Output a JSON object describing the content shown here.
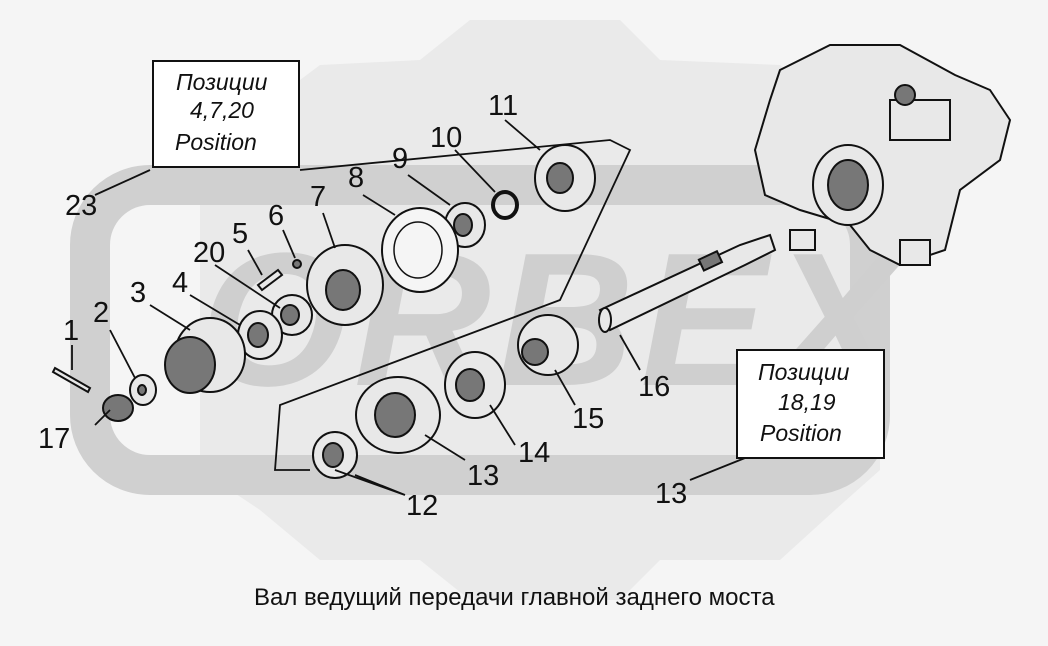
{
  "watermark": {
    "text": "ORBEX"
  },
  "boxes": {
    "top_left": {
      "line1": "Позиции",
      "line2": "4,7,20",
      "line3": "Position"
    },
    "right": {
      "line1": "Позиции",
      "line2": "18,19",
      "line3": "Position"
    }
  },
  "callouts": [
    "1",
    "2",
    "3",
    "4",
    "5",
    "6",
    "7",
    "8",
    "9",
    "10",
    "11",
    "12",
    "13",
    "14",
    "15",
    "16",
    "17",
    "20",
    "23",
    "13"
  ],
  "caption": "Вал ведущий передачи главной заднего моста"
}
